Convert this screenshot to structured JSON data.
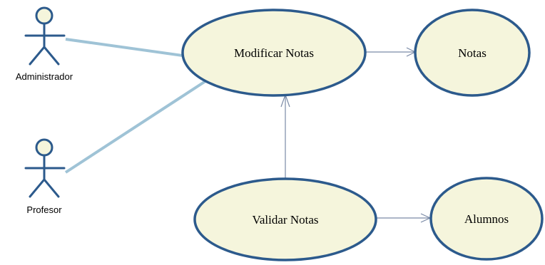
{
  "actors": [
    {
      "id": "administrador",
      "label": "Administrador"
    },
    {
      "id": "profesor",
      "label": "Profesor"
    }
  ],
  "use_cases": [
    {
      "id": "modificar-notas",
      "label": "Modificar Notas"
    },
    {
      "id": "notas",
      "label": "Notas"
    },
    {
      "id": "validar-notas",
      "label": "Validar Notas"
    },
    {
      "id": "alumnos",
      "label": "Alumnos"
    }
  ],
  "associations": [
    {
      "from": "administrador",
      "to": "modificar-notas"
    },
    {
      "from": "profesor",
      "to": "modificar-notas"
    }
  ],
  "dependencies": [
    {
      "from": "modificar-notas",
      "to": "notas"
    },
    {
      "from": "validar-notas",
      "to": "modificar-notas"
    },
    {
      "from": "validar-notas",
      "to": "alumnos"
    }
  ],
  "colors": {
    "ellipse_fill": "#f5f5dc",
    "ellipse_stroke": "#2c5a8c",
    "association_line": "#9fc3d6",
    "dependency_arrow": "#7a8aa6"
  }
}
